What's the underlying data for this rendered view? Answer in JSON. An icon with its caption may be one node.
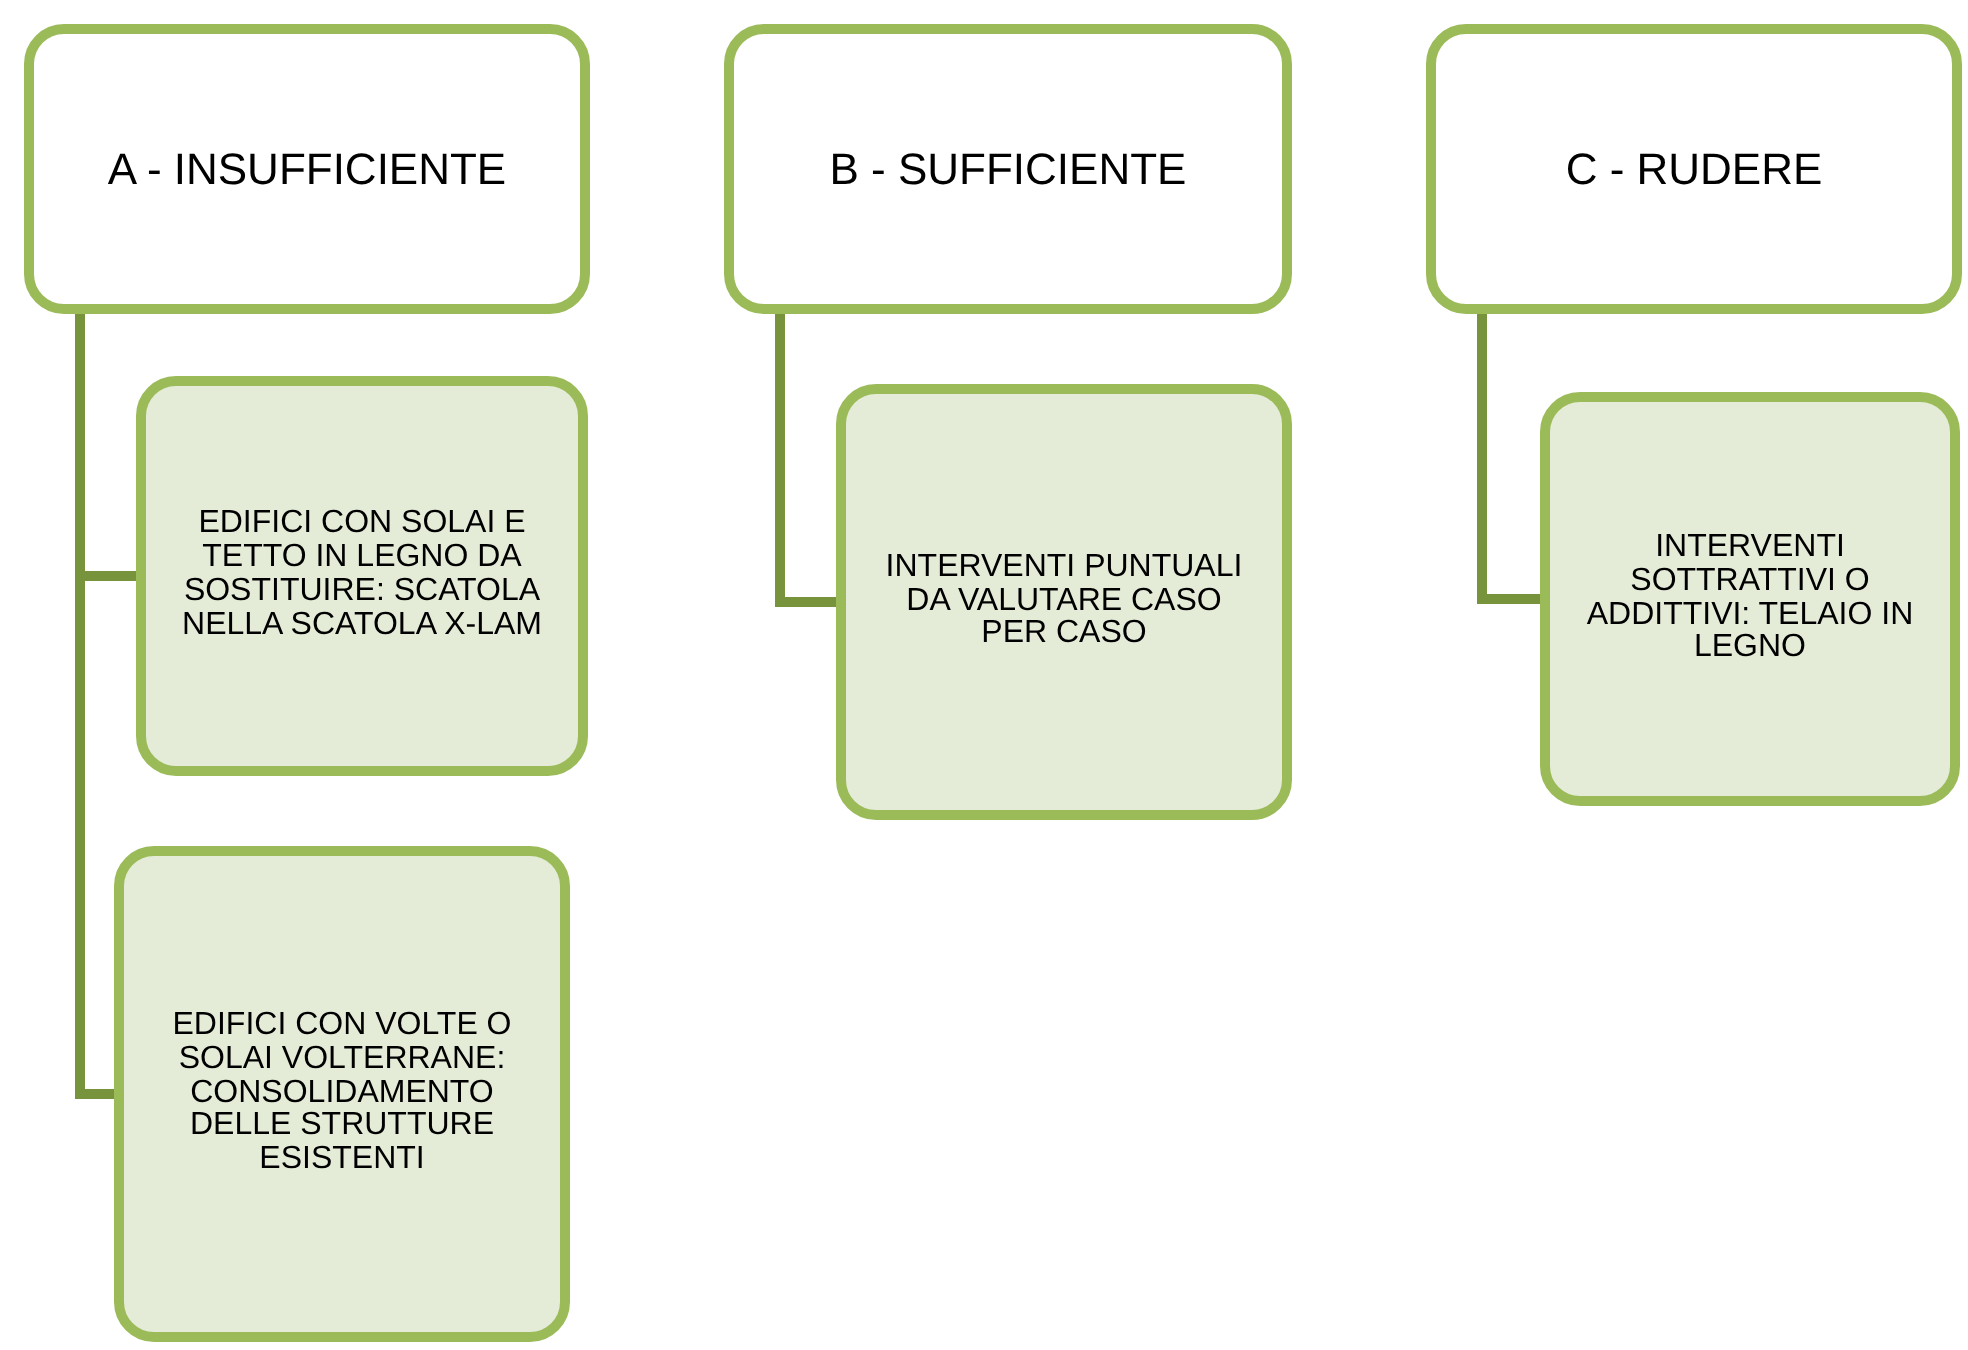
{
  "diagram": {
    "nodes": [
      {
        "text": [
          "A - INSUFFICIENTE"
        ]
      },
      {
        "text": [
          "EDIFICI CON SOLAI E TETTO IN LEGNO DA SOSTITUIRE: SCATOLA NELLA SCATOLA X-LAM"
        ]
      },
      {
        "text": [
          "EDIFICI CON VOLTE O SOLAI VOLTERRANE: CONSOLIDAMENTO DELLE STRUTTURE ESISTENTI"
        ]
      },
      {
        "text": [
          "B - SUFFICIENTE"
        ]
      },
      {
        "text": [
          "INTERVENTI PUNTUALI DA VALUTARE CASO PER CASO"
        ]
      },
      {
        "text": [
          "C - RUDERE"
        ]
      },
      {
        "text": [
          "INTERVENTI SOTTRATTIVI O ADDITTIVI: TELAIO IN LEGNO"
        ]
      }
    ],
    "edges": [
      {
        "from": 0,
        "to": 1,
        "arrow": "none"
      },
      {
        "from": 0,
        "to": 2,
        "arrow": "none"
      },
      {
        "from": 3,
        "to": 4,
        "arrow": "none"
      },
      {
        "from": 5,
        "to": 6,
        "arrow": "none"
      }
    ]
  }
}
